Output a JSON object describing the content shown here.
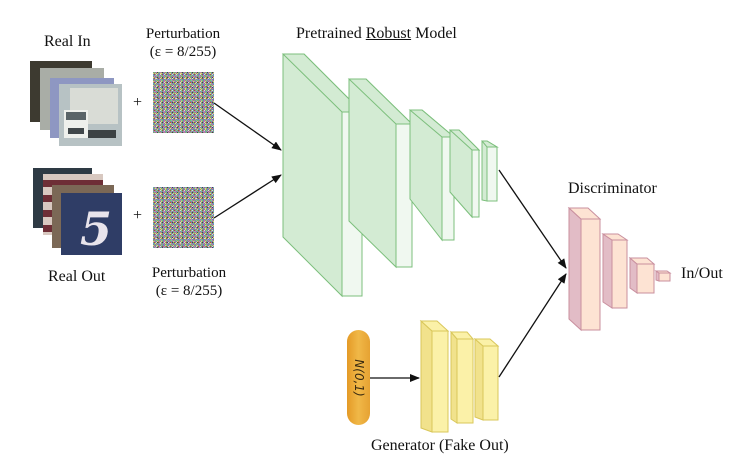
{
  "title": "Adversarially perturbed inputs into a pretrained robust model feeding a discriminator, with a generator producing fake outliers",
  "inputs": {
    "real_in": {
      "label": "Real In",
      "thumbnails": [
        "dark-road-scene",
        "gray-sky-scene",
        "blue-sky-scene",
        "white-truck"
      ]
    },
    "real_out": {
      "label": "Real Out",
      "thumbnails": [
        "dark-striped-scene",
        "red-white-stripes",
        "brown-wall",
        "house-number-5"
      ]
    },
    "plus_symbol": "+"
  },
  "perturbations": [
    {
      "label_line1": "Perturbation",
      "label_line2": "(ε = 8/255)"
    },
    {
      "label_line1": "Perturbation",
      "label_line2": "(ε = 8/255)"
    }
  ],
  "model": {
    "label_prefix": "Pretrained ",
    "label_emphasis": "Robust",
    "label_suffix": " Model",
    "layer_count": 5
  },
  "discriminator": {
    "label": "Discriminator",
    "layer_count": 4,
    "output_label": "In/Out"
  },
  "generator": {
    "label": "Generator (Fake Out)",
    "layer_count": 3,
    "noise_label": "N(0,1)"
  },
  "colors": {
    "model_fill": "#d3ebd3",
    "model_front": "#f0f8f0",
    "model_stroke": "#7cbf7c",
    "disc_side": "#e2bcc6",
    "disc_front": "#fde3d3",
    "disc_stroke": "#c98f9e",
    "gen_side": "#f1e28c",
    "gen_front": "#fbf1a8",
    "gen_stroke": "#d9c75a",
    "noise_top": "#e9a534",
    "noise_bottom": "#f2bf5a",
    "arrow": "#111111"
  }
}
